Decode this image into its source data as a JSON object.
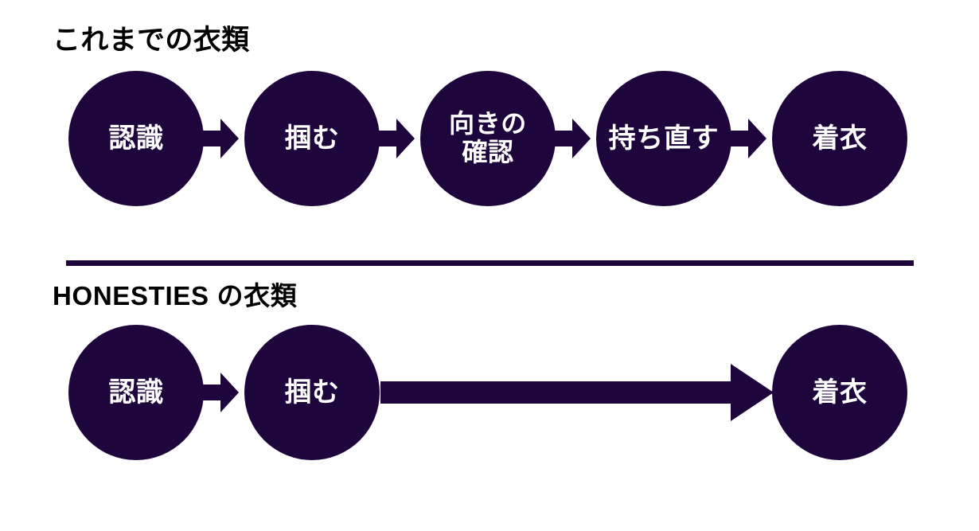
{
  "sections": [
    {
      "id": "legacy",
      "heading": "これまでの衣類",
      "steps": [
        {
          "label": "認識",
          "lines": 1
        },
        {
          "label": "掴む",
          "lines": 1
        },
        {
          "label": "向きの\n確認",
          "lines": 2
        },
        {
          "label": "持ち直す",
          "lines": 1
        },
        {
          "label": "着衣",
          "lines": 1
        }
      ],
      "connectors": [
        "short-arrow",
        "short-arrow",
        "short-arrow",
        "short-arrow"
      ]
    },
    {
      "id": "honesties",
      "heading": "HONESTIES の衣類",
      "steps": [
        {
          "label": "認識",
          "lines": 1
        },
        {
          "label": "掴む",
          "lines": 1
        },
        {
          "label": "着衣",
          "lines": 1
        }
      ],
      "connectors": [
        "short-arrow",
        "long-arrow"
      ]
    }
  ],
  "colors": {
    "node_fill": "#1e063c",
    "node_text": "#ffffff",
    "heading_text": "#000000",
    "divider": "#1e063c",
    "arrow": "#1e063c",
    "background": "#ffffff"
  }
}
